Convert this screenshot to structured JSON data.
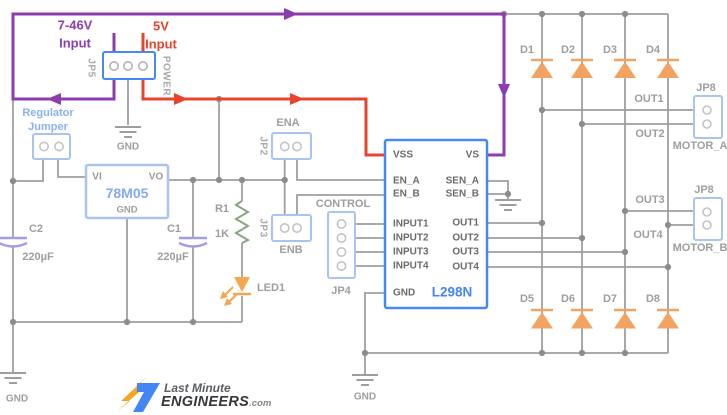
{
  "colors": {
    "wire_gray": "#9e9e9e",
    "junction": "#8c8c8c",
    "hv_purple": "#8d3daf",
    "v5_red": "#e8432c",
    "blue_strong": "#4788f4",
    "blue_light": "#aac4f0",
    "blue_text": "#85aaf0",
    "label_gray": "#9e9e9e",
    "pin_text": "#6b6b6b",
    "diode_orange": "#f2a361",
    "led_orange": "#f5a74f",
    "cap_purple": "#a29de8",
    "resistor_green": "#8aa583"
  },
  "power": {
    "hv_line1": "7-46V",
    "hv_line2": "Input",
    "v5_line1": "5V",
    "v5_line2": "Input",
    "jp5": "JP5",
    "power": "POWER",
    "gnd": "GND"
  },
  "regulator": {
    "jumper_line1": "Regulator",
    "jumper_line2": "Jumper",
    "vi": "VI",
    "vo": "VO",
    "name": "78M05",
    "gnd": "GND"
  },
  "passives": {
    "c2_ref": "C2",
    "c2_val": "220µF",
    "c1_ref": "C1",
    "c1_val": "220µF",
    "r1_ref": "R1",
    "r1_val": "1K",
    "led_ref": "LED1"
  },
  "enable": {
    "ena": "ENA",
    "jp2": "JP2",
    "jp3": "JP3",
    "enb": "ENB"
  },
  "control": {
    "label": "CONTROL",
    "jp4": "JP4"
  },
  "ic": {
    "name": "L298N",
    "left_pins": [
      "VSS",
      "EN_A",
      "EN_B",
      "INPUT1",
      "INPUT2",
      "INPUT3",
      "INPUT4",
      "GND"
    ],
    "right_pins": [
      "VS",
      "SEN_A",
      "SEN_B",
      "OUT1",
      "OUT2",
      "OUT3",
      "OUT4"
    ]
  },
  "diodes": [
    "D1",
    "D2",
    "D3",
    "D4",
    "D5",
    "D6",
    "D7",
    "D8"
  ],
  "motor_a": {
    "jp8": "JP8",
    "out1": "OUT1",
    "out2": "OUT2",
    "name": "MOTOR_A"
  },
  "motor_b": {
    "jp8": "JP8",
    "out3": "OUT3",
    "out4": "OUT4",
    "name": "MOTOR_B"
  },
  "grounds": {
    "left": "GND",
    "bottom": "GND"
  },
  "logo": {
    "top": "Last Minute",
    "main": "ENGINEERS",
    "suffix": ".com"
  }
}
